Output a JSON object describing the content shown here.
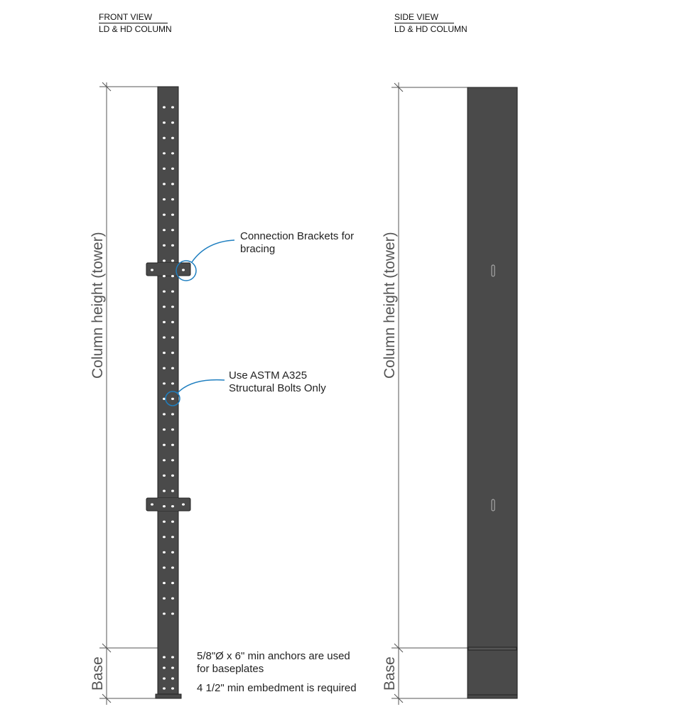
{
  "front_view": {
    "title": "FRONT VIEW",
    "subtitle": "LD & HD COLUMN",
    "dim_height_label": "Column height (tower)",
    "dim_base_label": "Base",
    "callout_brackets": [
      "Connection Brackets for",
      "bracing"
    ],
    "callout_bolts": [
      "Use ASTM A325",
      "Structural Bolts Only"
    ],
    "note_anchors": [
      "5/8\"Ø x 6\" min anchors are used",
      "for baseplates"
    ],
    "note_embedment": "4 1/2\" min embedment is required"
  },
  "side_view": {
    "title": "SIDE VIEW",
    "subtitle": "LD & HD COLUMN",
    "dim_height_label": "Column height (tower)",
    "dim_base_label": "Base"
  },
  "colors": {
    "steel": "#4a4a4a",
    "callout": "#1f7fc0",
    "dim": "#555555"
  }
}
